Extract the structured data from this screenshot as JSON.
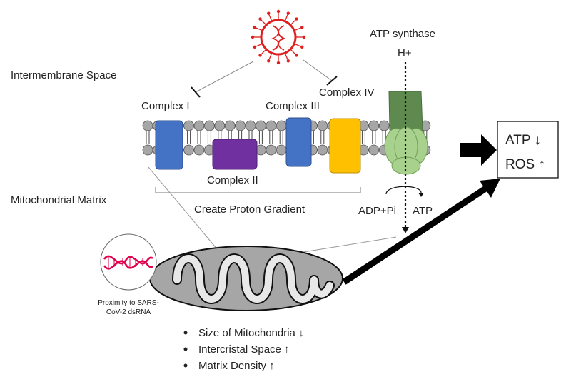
{
  "regions": {
    "intermembrane": "Intermembrane Space",
    "matrix": "Mitochondrial Matrix"
  },
  "complexes": {
    "c1": "Complex I",
    "c2": "Complex II",
    "c3": "Complex III",
    "c4": "Complex IV"
  },
  "atp_synthase": {
    "title": "ATP synthase",
    "proton": "H+",
    "substrate": "ADP+Pi",
    "product": "ATP"
  },
  "gradient_label": "Create Proton Gradient",
  "outcome": {
    "atp": "ATP ↓",
    "ros": "ROS ↑"
  },
  "proximity_label": {
    "line1": "Proximity to SARS-",
    "line2": "CoV-2 dsRNA"
  },
  "bullets": [
    "Size of Mitochondria ↓",
    "Intercristal Space ↑",
    "Matrix Density ↑"
  ],
  "colors": {
    "complex_i": "#4472c4",
    "complex_ii": "#7030a0",
    "complex_iii": "#4472c4",
    "complex_iv": "#ffc000",
    "atp_stalk": "#5e8a50",
    "atp_head": "#a9d18e",
    "virus": "#e02020",
    "lipid": "#a6a6a6"
  }
}
